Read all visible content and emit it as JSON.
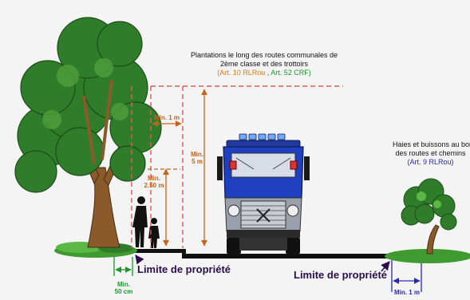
{
  "caption_top": {
    "line1": "Plantations le long des routes communales de",
    "line2": "2ème classe et des trottoirs",
    "ref_open": "(",
    "ref_a": "Art. 10 RLRou",
    "ref_sep": " , ",
    "ref_b": "Art. 52 CRF",
    "ref_close": ")"
  },
  "caption_right": {
    "line1": "Haies et buissons au bor",
    "line2": "des routes et chemins",
    "ref": "(Art. 9 RLRou)"
  },
  "dimensions": {
    "min_1m_top": "Min. 1 m",
    "min_5m_line1": "Min.",
    "min_5m_line2": "5 m",
    "min_250_line1": "Min.",
    "min_250_line2": "2.50 m",
    "min_50_line1": "Min.",
    "min_50_line2": "50 cm",
    "min_1m_right": "Min. 1 m"
  },
  "property_limits": {
    "left": "Limite de propriété",
    "right": "Limite de propriété"
  },
  "colors": {
    "ref_orange": "#e07a10",
    "ref_green": "#1a9a2a",
    "ref_blue": "#2a2ab8",
    "dim_orange": "#c8631a",
    "dim_green": "#1a9a2a",
    "dim_blue": "#2a2ab8",
    "dashed_red": "#e05a5a",
    "foliage": "#2f7d2a",
    "trunk": "#8b5a2b",
    "truck_blue": "#1e3fbf",
    "road": "#111111",
    "limite_text": "#2b0d4e"
  }
}
